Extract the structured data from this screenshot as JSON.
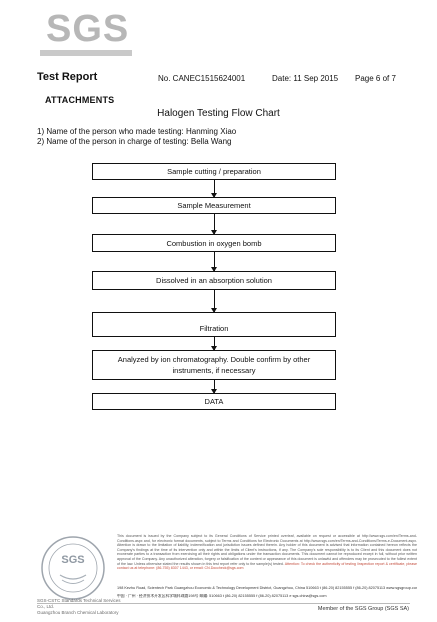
{
  "logo": {
    "text": "SGS"
  },
  "header": {
    "title": "Test Report",
    "number": "No. CANEC1515624001",
    "date": "Date: 11 Sep 2015",
    "page": "Page 6 of 7"
  },
  "section": "ATTACHMENTS",
  "flowchart": {
    "title": "Halogen Testing Flow Chart",
    "persons": [
      "1) Name of the person who made testing:  Hanming Xiao",
      "2) Name of the person in charge of testing:  Bella Wang"
    ],
    "steps": [
      "Sample cutting / preparation",
      "Sample Measurement",
      "Combustion in oxygen bomb",
      "Dissolved in an absorption solution",
      "Filtration",
      "Analyzed by ion chromatography. Double confirm by other instruments, if necessary",
      "DATA"
    ]
  },
  "footer": {
    "seal_label": "SGS Testing Service",
    "lab_name": "SGS-CSTC Standards Technical Services Co., Ltd.",
    "lab_branch": "Guangzhou Branch Chemical Laboratory",
    "disclaimer": "This document is issued by the Company subject to its General Conditions of Service printed overleaf, available on request or accessible at http://www.sgs.com/en/Terms-and-Conditions.aspx and, for electronic format documents, subject to Terms and Conditions for Electronic Documents at http://www.sgs.com/en/Terms-and-Conditions/Terms-e-Document.aspx. Attention is drawn to the limitation of liability, indemnification and jurisdiction issues defined therein. Any holder of this document is advised that information contained hereon reflects the Company's findings at the time of its intervention only and within the limits of Client's instructions, if any. The Company's sole responsibility is to its Client and this document does not exonerate parties to a transaction from exercising all their rights and obligations under the transaction documents. This document cannot be reproduced except in full, without prior written approval of the Company. Any unauthorized alteration, forgery or falsification of the content or appearance of this document is unlawful and offenders may be prosecuted to the fullest extent of the law. Unless otherwise stated the results shown in this test report refer only to the sample(s) tested.",
    "warning": "Attention: To check the authenticity of testing /inspection report & certificate, please contact us at telephone: (86-755) 8307 1443, or email: CN.Doccheck@sgs.com",
    "address_en": "198 Kezhu Road, Scientech Park Guangzhou Economic & Technology Development District, Guangzhou, China  510663  t (86-20) 82155555  f (86-20) 82075113  www.sgsgroup.com.cn",
    "address_cn": "中国 · 广州 · 经济技术开发区科学城科珠路198号     邮编: 510663  t (86-20) 82155555  f (86-20) 82075113  e sgs.china@sgs.com",
    "member": "Member of the SGS Group (SGS SA)"
  }
}
